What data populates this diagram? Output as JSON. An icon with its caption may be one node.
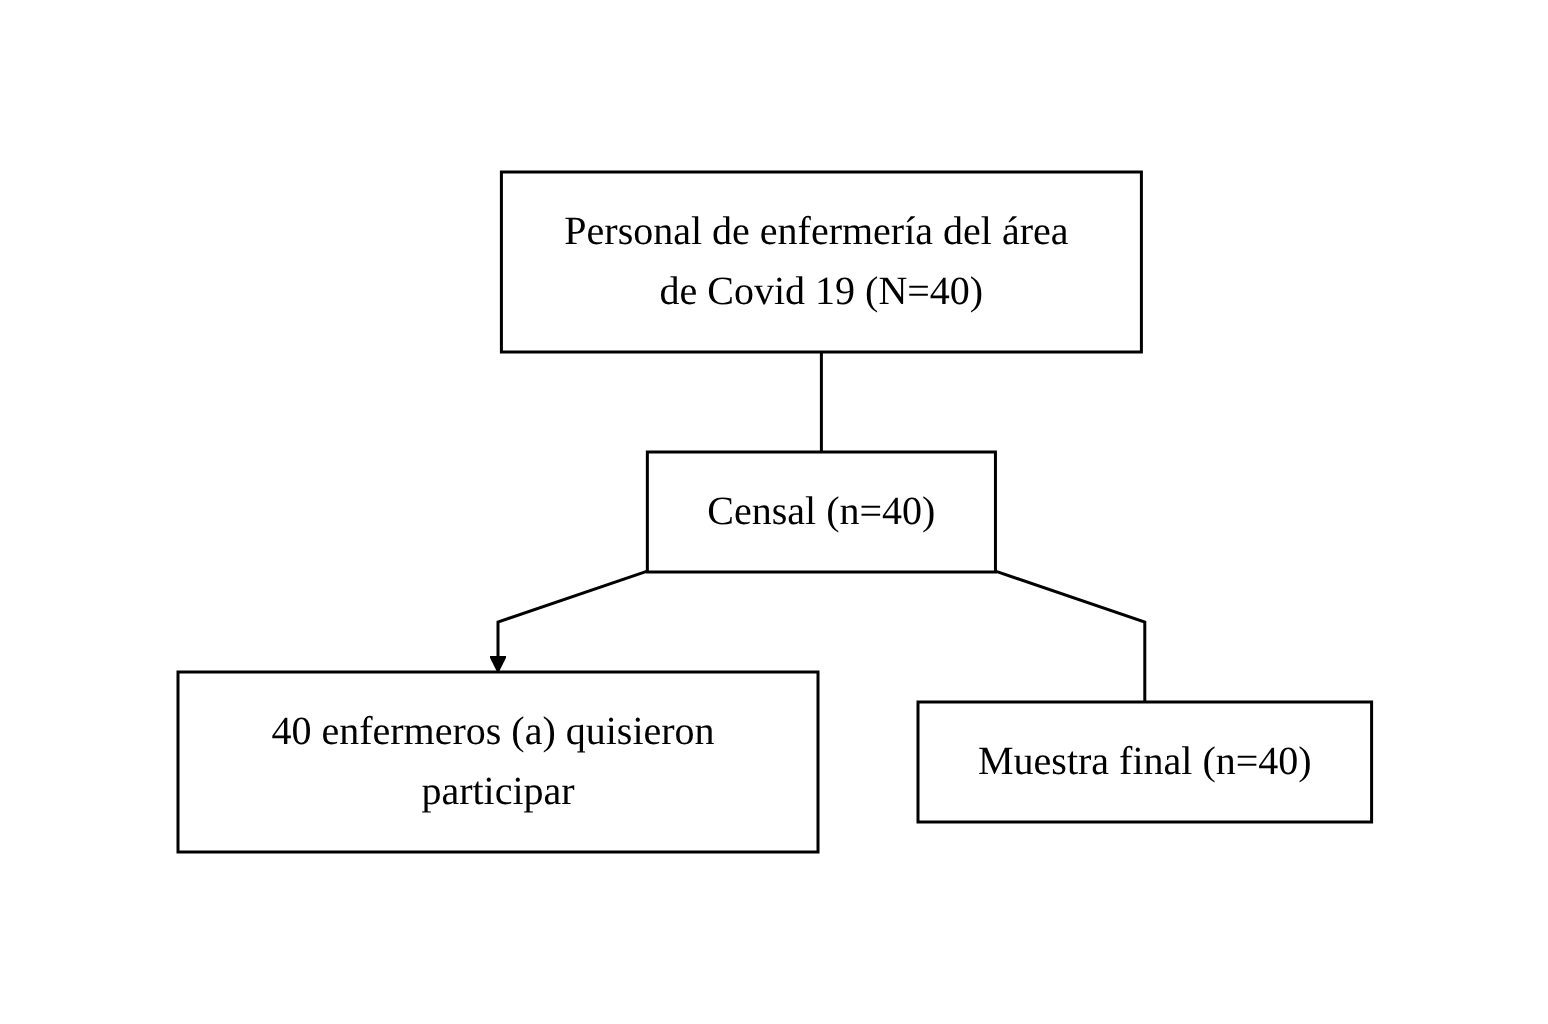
{
  "diagram": {
    "nodes": [
      {
        "text": [
          "Personal de enfermería del área de Covid 19 (N=40)"
        ]
      },
      {
        "text": [
          "Censal (n=40)"
        ]
      },
      {
        "text": [
          "40 enfermeros (a) quisieron participar"
        ]
      },
      {
        "text": [
          "Muestra final (n=40)"
        ]
      }
    ],
    "edges": [
      {
        "from": 0,
        "to": 1,
        "arrow": "none"
      },
      {
        "from": 1,
        "to": 2,
        "arrow": "to"
      },
      {
        "from": 1,
        "to": 3,
        "arrow": "none"
      }
    ]
  }
}
